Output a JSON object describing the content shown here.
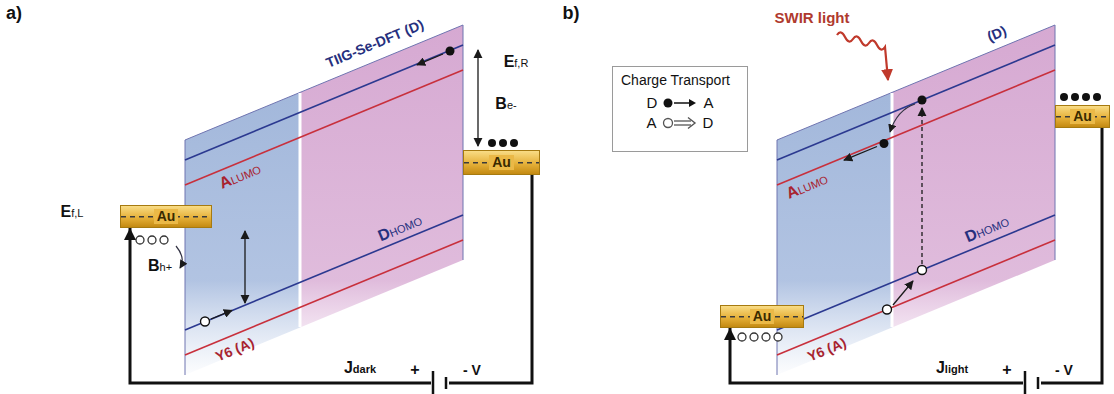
{
  "diagram": {
    "nodes": [
      {
        "text": [
          "Au"
        ]
      },
      {
        "text": [
          "Au"
        ]
      },
      {
        "text": [
          "Charge Transport",
          "D",
          "A",
          "A",
          "D"
        ]
      },
      {
        "text": [
          "Au"
        ]
      },
      {
        "text": [
          "Au"
        ]
      }
    ],
    "edges": [
      {
        "from": 1,
        "to": 0,
        "arrow": "to",
        "label": "Jdark"
      },
      {
        "from": 4,
        "to": 3,
        "arrow": "to",
        "label": "Jlight"
      }
    ],
    "labels": [
      "a)",
      "TIIG-Se-DFT (D)",
      "Ef,R",
      "Be-",
      "ALUMO",
      "DHOMO",
      "Ef,L",
      "Bh+",
      "Y6 (A)",
      "+",
      "- V",
      "b)",
      "SWIR light",
      "(D)",
      "ALUMO",
      "DHOMO",
      "Y6 (A)",
      "+",
      "- V"
    ]
  }
}
